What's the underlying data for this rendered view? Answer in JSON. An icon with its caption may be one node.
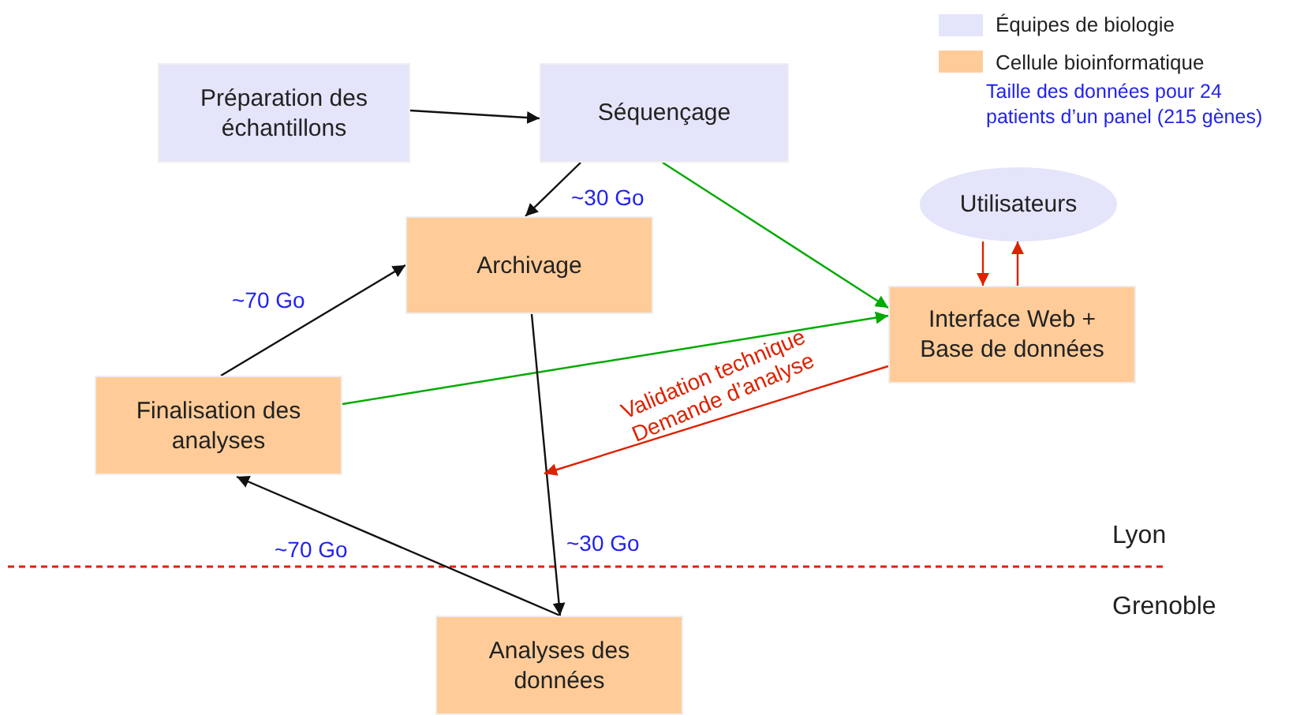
{
  "diagram": {
    "nodes": [
      {
        "text": [
          "Préparation des échantillons"
        ]
      },
      {
        "text": [
          "Séquençage"
        ]
      },
      {
        "text": [
          "Utilisateurs"
        ]
      },
      {
        "text": [
          "Archivage"
        ]
      },
      {
        "text": [
          "Interface Web + Base de données"
        ]
      },
      {
        "text": [
          "Finalisation des analyses"
        ]
      },
      {
        "text": [
          "Analyses des données"
        ]
      }
    ],
    "edges": [
      {
        "from": 0,
        "to": 1,
        "arrow": "to"
      },
      {
        "from": 1,
        "to": 3,
        "arrow": "to",
        "label": "~30 Go"
      },
      {
        "from": 1,
        "to": 4,
        "arrow": "to",
        "color": "#00aa00"
      },
      {
        "from": 5,
        "to": 4,
        "arrow": "to",
        "color": "#00aa00"
      },
      {
        "from": 5,
        "to": 3,
        "arrow": "to",
        "label": "~70 Go"
      },
      {
        "from": 3,
        "to": 6,
        "arrow": "to",
        "label": "~30 Go"
      },
      {
        "from": 6,
        "to": 5,
        "arrow": "to",
        "label": "~70 Go"
      },
      {
        "from": 4,
        "to": null,
        "arrow": "to",
        "label": "Validation technique Demande d’analyse",
        "color": "#dd2200"
      },
      {
        "from": 2,
        "to": 4,
        "arrow": "to",
        "color": "#dd2200"
      },
      {
        "from": 4,
        "to": 2,
        "arrow": "to",
        "color": "#dd2200"
      }
    ],
    "labels": [
      "Taille des données pour 24 patients d’un panel (215 gènes)",
      "Lyon",
      "Grenoble"
    ],
    "legend": [
      {
        "text": "Équipes de biologie",
        "color": "#e4e4fa"
      },
      {
        "text": "Cellule bioinformatique",
        "color": "#ffcc99"
      }
    ]
  }
}
